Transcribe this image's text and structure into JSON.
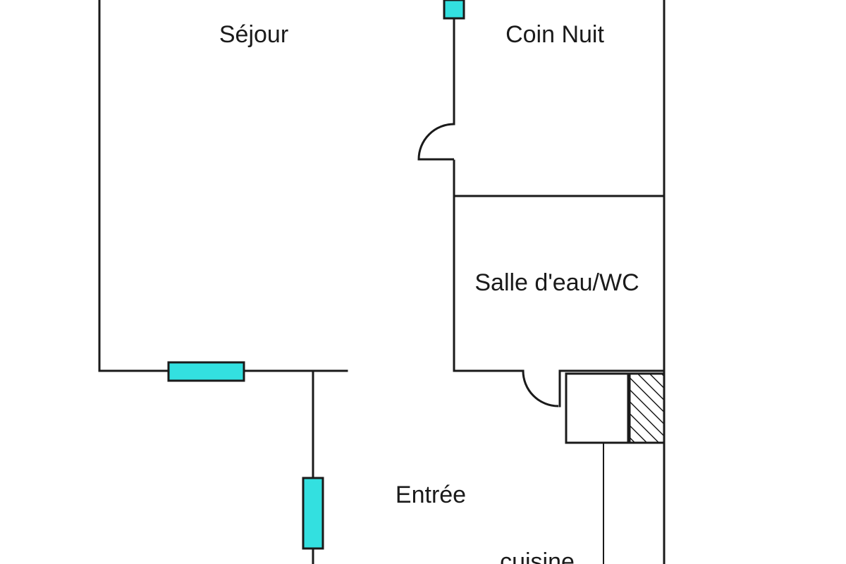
{
  "rooms": {
    "sejour": "Séjour",
    "coin_nuit": "Coin Nuit",
    "salle_eau": "Salle d'eau/WC",
    "entree": "Entrée",
    "cuisine": "cuisine"
  },
  "colors": {
    "window_fill": "#33e0e0",
    "wall": "#1a1a1a",
    "background": "#ffffff"
  }
}
